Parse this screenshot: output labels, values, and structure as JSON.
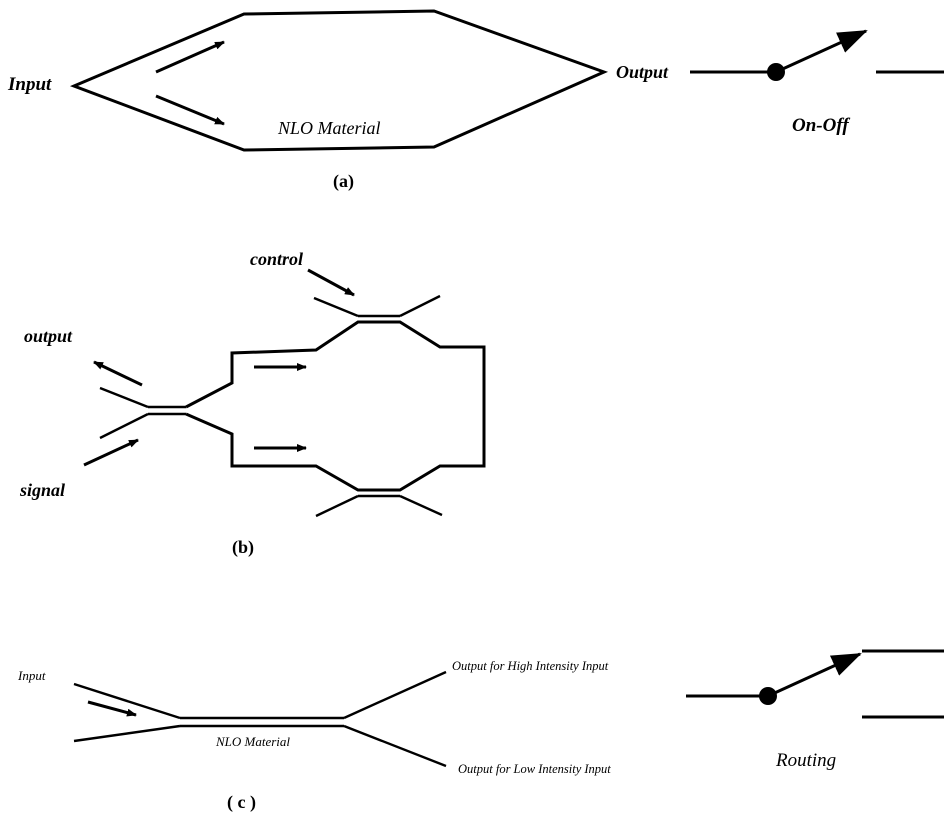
{
  "panel_a": {
    "input_label": "Input",
    "material_label": "NLO Material",
    "output_label": "Output",
    "switch_label": "On-Off",
    "caption": "(a)"
  },
  "panel_b": {
    "control_label": "control",
    "output_label": "output",
    "signal_label": "signal",
    "caption": "(b)"
  },
  "panel_c": {
    "input_label": "Input",
    "material_label": "NLO Material",
    "output_high_label": "Output for High Intensity Input",
    "output_low_label": "Output for Low Intensity Input",
    "switch_label": "Routing",
    "caption": "( c )"
  }
}
